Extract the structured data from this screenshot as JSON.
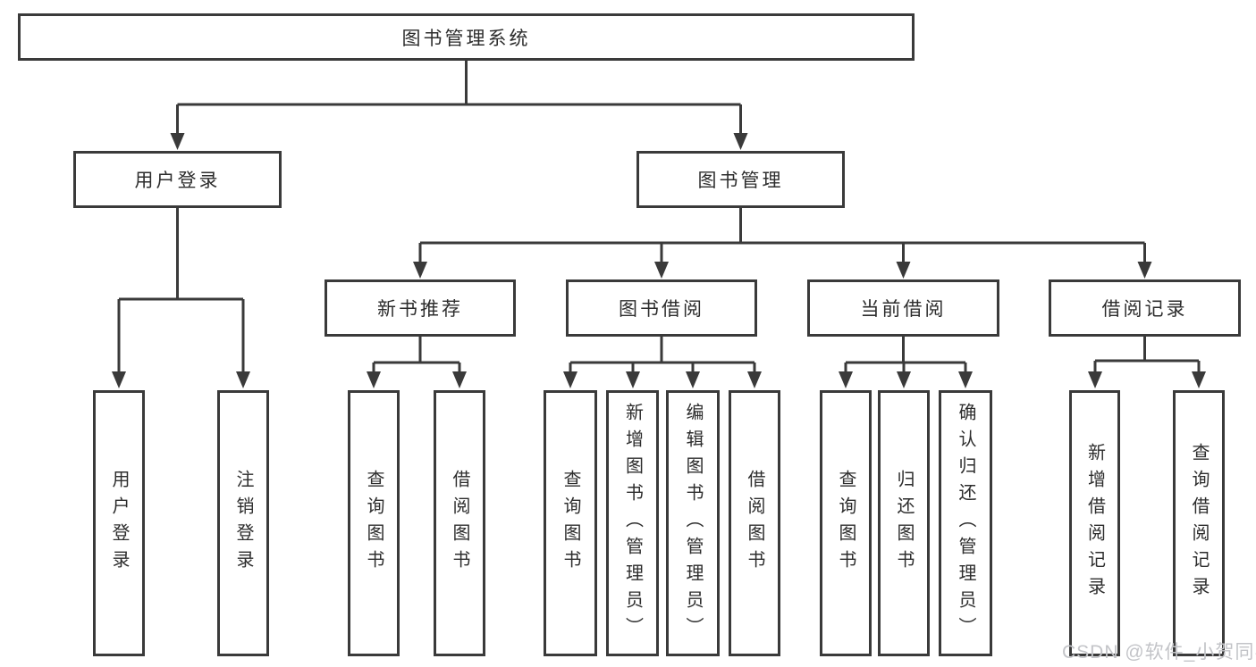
{
  "diagram": {
    "root": {
      "label": "图书管理系统"
    },
    "level2": [
      {
        "label": "用户登录"
      },
      {
        "label": "图书管理"
      }
    ],
    "level3": [
      {
        "label": "新书推荐"
      },
      {
        "label": "图书借阅"
      },
      {
        "label": "当前借阅"
      },
      {
        "label": "借阅记录"
      }
    ],
    "leaves": {
      "user_login": [
        {
          "label": "用户登录"
        },
        {
          "label": "注销登录"
        }
      ],
      "new_book": [
        {
          "label": "查询图书"
        },
        {
          "label": "借阅图书"
        }
      ],
      "book_borrow": [
        {
          "label": "查询图书"
        },
        {
          "label": "新增图书（管理员）"
        },
        {
          "label": "编辑图书（管理员）"
        },
        {
          "label": "借阅图书"
        }
      ],
      "current_borrow": [
        {
          "label": "查询图书"
        },
        {
          "label": "归还图书"
        },
        {
          "label": "确认归还（管理员）"
        }
      ],
      "borrow_records": [
        {
          "label": "新增借阅记录"
        },
        {
          "label": "查询借阅记录"
        }
      ]
    }
  },
  "watermark": {
    "text": "CSDN @软件_小贺同学"
  },
  "colors": {
    "line": "#3a3a3a",
    "text": "#2d2d2d",
    "box_background": "#ffffff",
    "page_background": "#ffffff",
    "watermark": "#c3c4c8"
  }
}
